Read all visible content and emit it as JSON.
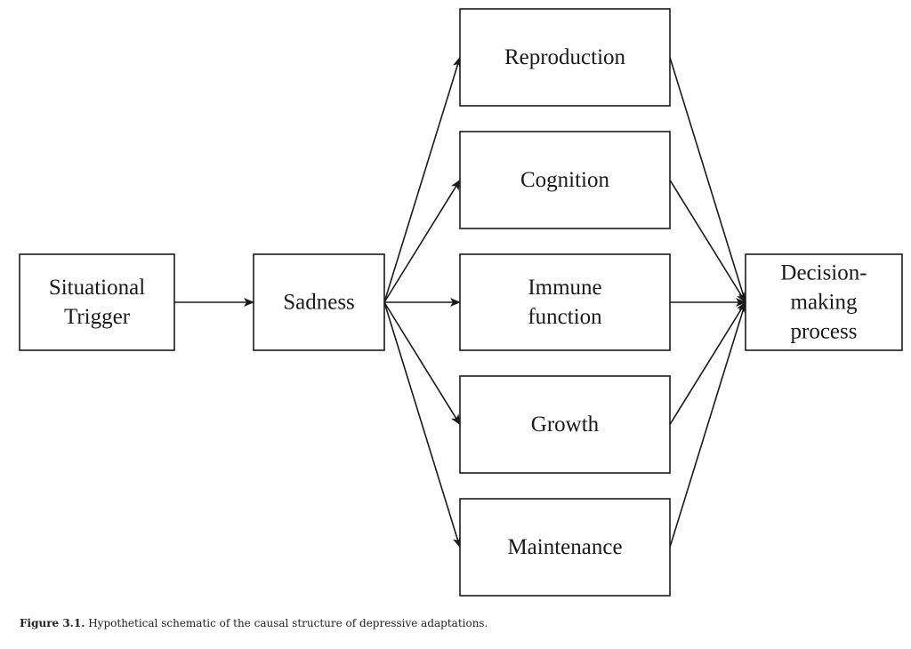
{
  "diagram": {
    "nodes": {
      "trigger": [
        "Situational",
        "Trigger"
      ],
      "sadness": [
        "Sadness"
      ],
      "reproduction": [
        "Reproduction"
      ],
      "cognition": [
        "Cognition"
      ],
      "immune": [
        "Immune",
        "function"
      ],
      "growth": [
        "Growth"
      ],
      "maintenance": [
        "Maintenance"
      ],
      "decision": [
        "Decision-",
        "making",
        "process"
      ]
    },
    "edges": [
      [
        "trigger",
        "sadness"
      ],
      [
        "sadness",
        "reproduction"
      ],
      [
        "sadness",
        "cognition"
      ],
      [
        "sadness",
        "immune"
      ],
      [
        "sadness",
        "growth"
      ],
      [
        "sadness",
        "maintenance"
      ],
      [
        "reproduction",
        "decision"
      ],
      [
        "cognition",
        "decision"
      ],
      [
        "immune",
        "decision"
      ],
      [
        "growth",
        "decision"
      ],
      [
        "maintenance",
        "decision"
      ]
    ]
  },
  "caption": {
    "label": "Figure 3.1.",
    "text": "Hypothetical schematic of the causal structure of depressive adaptations."
  }
}
